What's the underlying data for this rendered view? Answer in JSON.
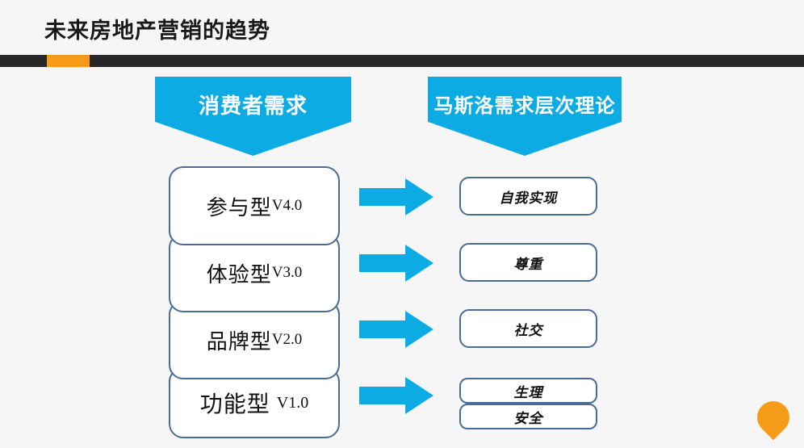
{
  "slide": {
    "title": "未来房地产营销的趋势",
    "background_color": "#f6f6f6",
    "accent_orange": "#f59b17",
    "accent_blue": "#0cabe4",
    "rule_color": "#262626",
    "box_border_color": "#4a6c96"
  },
  "banners": {
    "left": "消费者需求",
    "right": "马斯洛需求层次理论"
  },
  "left_column": {
    "items": [
      {
        "name": "参与型",
        "version": "V4.0"
      },
      {
        "name": "体验型",
        "version": "V3.0"
      },
      {
        "name": "品牌型",
        "version": "V2.0"
      },
      {
        "name": "功能型",
        "version": "V1.0"
      }
    ]
  },
  "right_column": {
    "items": [
      {
        "label": "自我实现"
      },
      {
        "label": "尊重"
      },
      {
        "label": "社交"
      },
      {
        "label": "生理"
      },
      {
        "label": "安全"
      }
    ]
  },
  "arrows": {
    "count": 4,
    "direction": "right",
    "color": "#0cabe4"
  },
  "logo": {
    "icon": "map-pin-icon",
    "color": "#f59b17"
  }
}
